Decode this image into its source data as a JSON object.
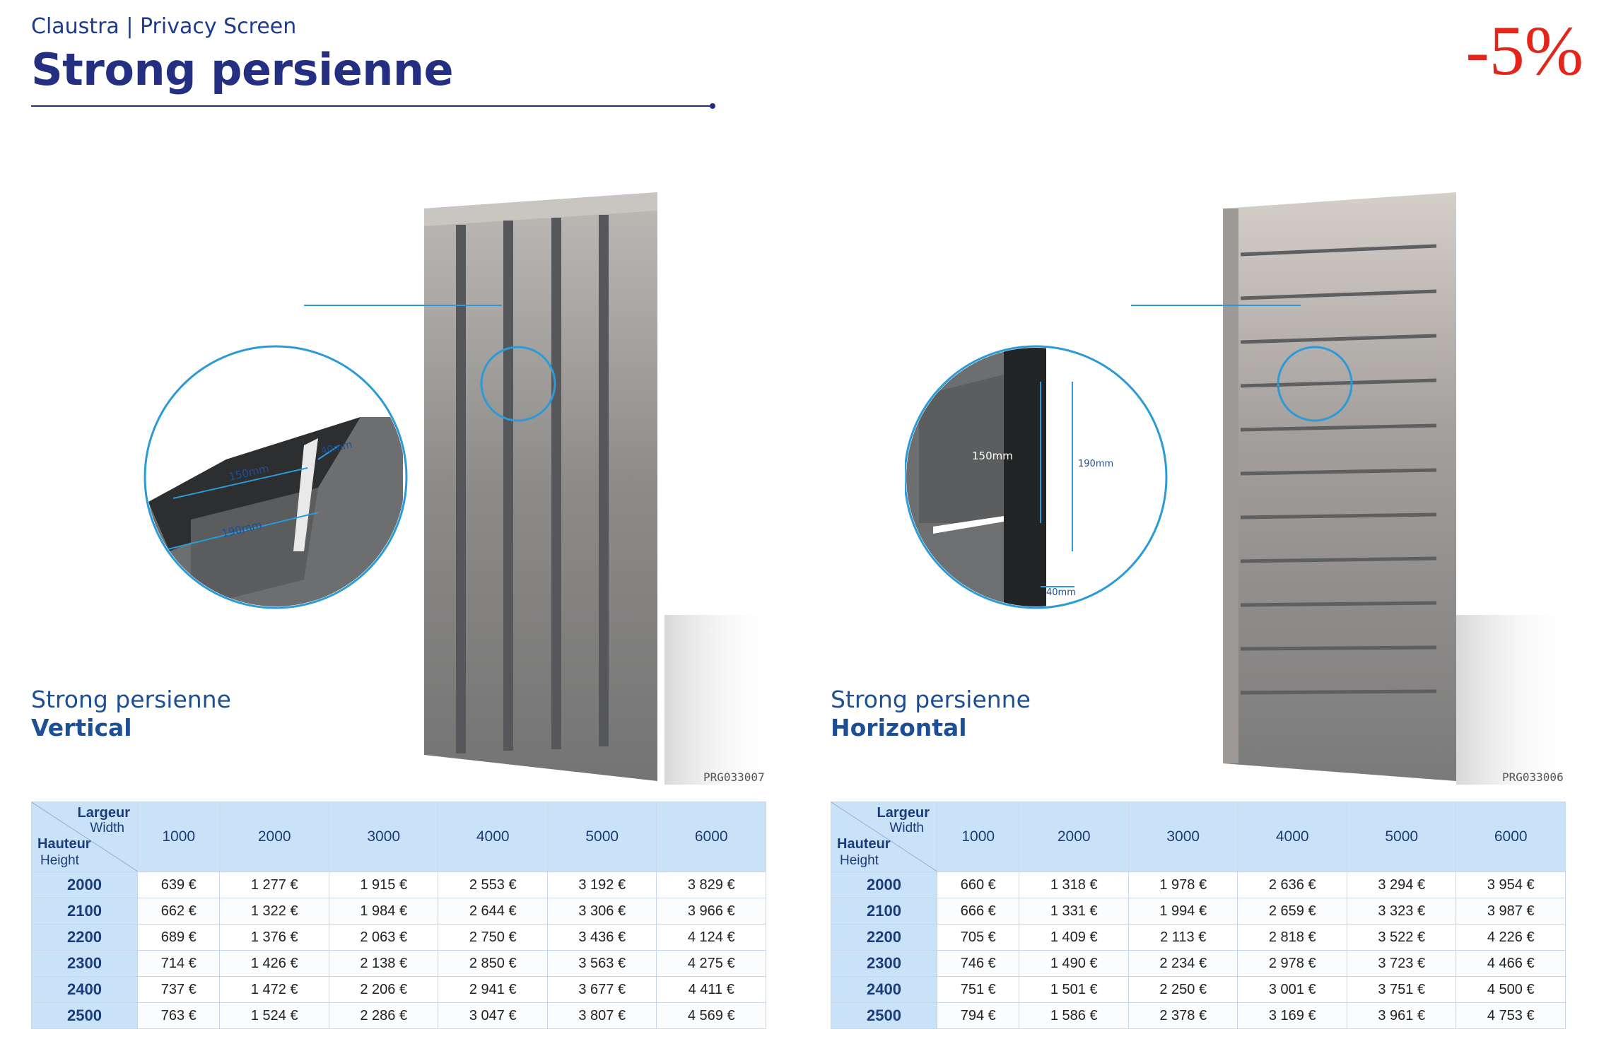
{
  "header": {
    "subtitle": "Claustra | Privacy Screen",
    "title": "Strong persienne",
    "discount": "-5%"
  },
  "colors": {
    "brand_navy": "#242f82",
    "accent_blue": "#1d4f95",
    "table_header_bg": "#c9e2f7",
    "discount_red": "#e3251c",
    "panel_grey": "#8a8a8a"
  },
  "products": [
    {
      "name": "Strong persienne",
      "variant": "Vertical",
      "ref": "PRG033007",
      "dim_a": "150mm",
      "dim_b": "190mm",
      "dim_c": "40mm",
      "table": {
        "corner": {
          "largeur": "Largeur",
          "width": "Width",
          "hauteur": "Hauteur",
          "height": "Height"
        },
        "columns": [
          "1000",
          "2000",
          "3000",
          "4000",
          "5000",
          "6000"
        ],
        "rows": [
          {
            "height": "2000",
            "prices": [
              "639 €",
              "1 277 €",
              "1 915 €",
              "2 553 €",
              "3 192 €",
              "3 829 €"
            ]
          },
          {
            "height": "2100",
            "prices": [
              "662 €",
              "1 322 €",
              "1 984 €",
              "2 644 €",
              "3 306 €",
              "3 966 €"
            ]
          },
          {
            "height": "2200",
            "prices": [
              "689 €",
              "1 376 €",
              "2 063 €",
              "2 750 €",
              "3 436 €",
              "4 124 €"
            ]
          },
          {
            "height": "2300",
            "prices": [
              "714 €",
              "1 426 €",
              "2 138 €",
              "2 850 €",
              "3 563 €",
              "4 275 €"
            ]
          },
          {
            "height": "2400",
            "prices": [
              "737 €",
              "1 472 €",
              "2 206 €",
              "2 941 €",
              "3 677 €",
              "4 411 €"
            ]
          },
          {
            "height": "2500",
            "prices": [
              "763 €",
              "1 524 €",
              "2 286 €",
              "3 047 €",
              "3 807 €",
              "4 569 €"
            ]
          }
        ]
      }
    },
    {
      "name": "Strong persienne",
      "variant": "Horizontal",
      "ref": "PRG033006",
      "dim_a": "150mm",
      "dim_b": "190mm",
      "dim_c": "40mm",
      "table": {
        "corner": {
          "largeur": "Largeur",
          "width": "Width",
          "hauteur": "Hauteur",
          "height": "Height"
        },
        "columns": [
          "1000",
          "2000",
          "3000",
          "4000",
          "5000",
          "6000"
        ],
        "rows": [
          {
            "height": "2000",
            "prices": [
              "660 €",
              "1 318 €",
              "1 978 €",
              "2 636 €",
              "3 294 €",
              "3 954 €"
            ]
          },
          {
            "height": "2100",
            "prices": [
              "666 €",
              "1 331 €",
              "1 994 €",
              "2 659 €",
              "3 323 €",
              "3 987 €"
            ]
          },
          {
            "height": "2200",
            "prices": [
              "705 €",
              "1 409 €",
              "2 113 €",
              "2 818 €",
              "3 522 €",
              "4 226 €"
            ]
          },
          {
            "height": "2300",
            "prices": [
              "746 €",
              "1 490 €",
              "2 234 €",
              "2 978 €",
              "3 723 €",
              "4 466 €"
            ]
          },
          {
            "height": "2400",
            "prices": [
              "751 €",
              "1 501 €",
              "2 250 €",
              "3 001 €",
              "3 751 €",
              "4 500 €"
            ]
          },
          {
            "height": "2500",
            "prices": [
              "794 €",
              "1 586 €",
              "2 378 €",
              "3 169 €",
              "3 961 €",
              "4 753 €"
            ]
          }
        ]
      }
    }
  ]
}
